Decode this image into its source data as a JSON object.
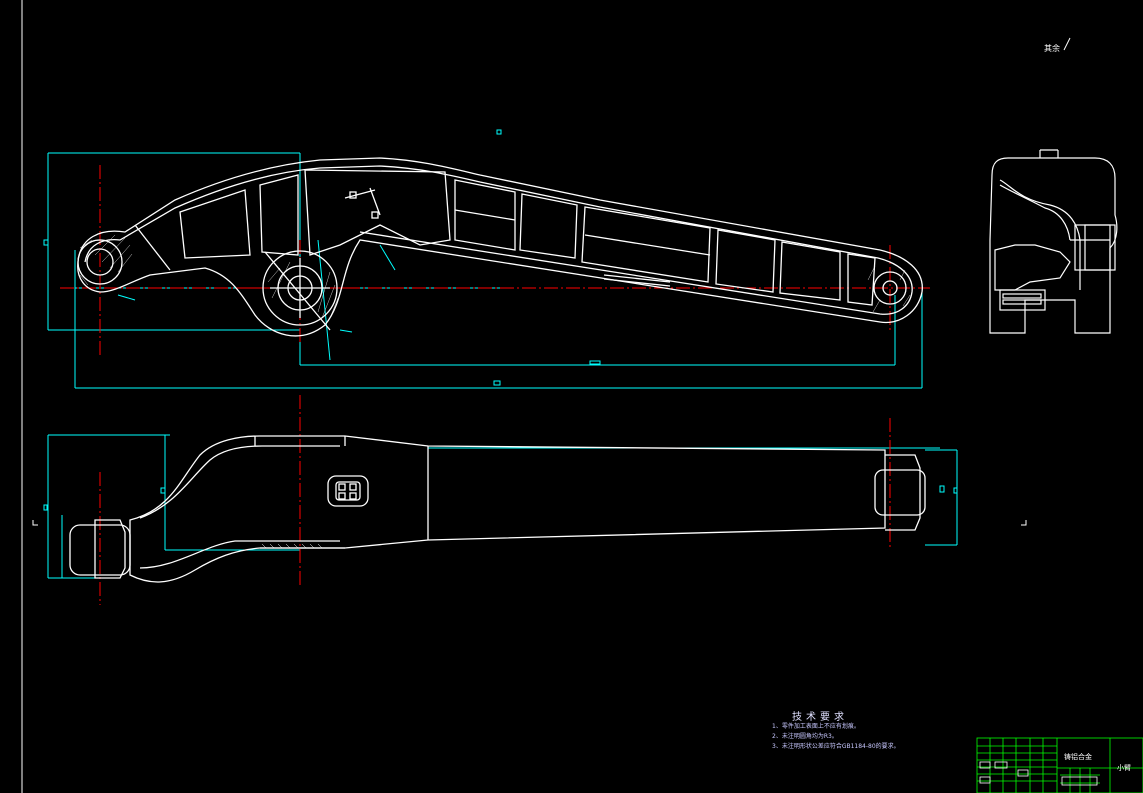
{
  "colors": {
    "background": "#000000",
    "outline": "#ffffff",
    "dimension": "#00ffff",
    "centerline": "#ff0000",
    "titleblock": "#00ff00"
  },
  "roughness_mark": "其余",
  "technical_requirements": {
    "title": "技术要求",
    "items": [
      "1、零件加工表面上不应有划痕。",
      "2、未注明圆角均为R3。",
      "3、未注明形状公差应符合GB1184-80的要求。"
    ]
  },
  "title_block": {
    "material": "铸铝合金",
    "part_name": "小臂"
  }
}
